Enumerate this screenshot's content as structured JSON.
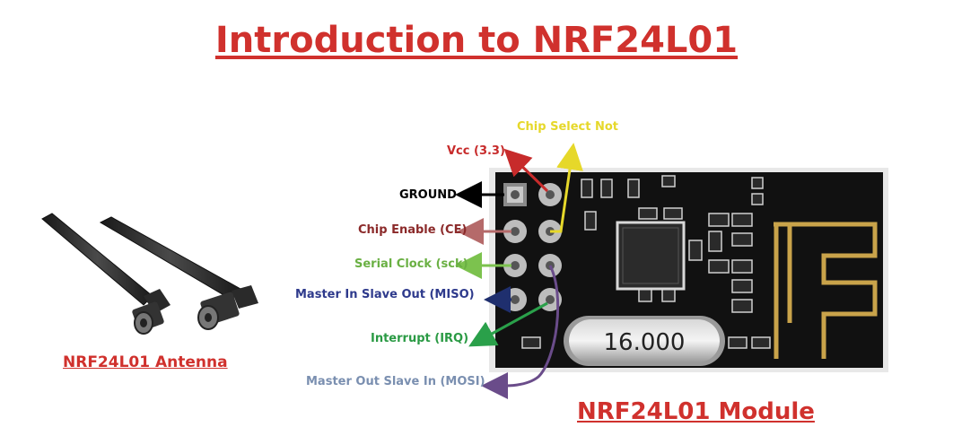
{
  "title": "Introduction to NRF24L01",
  "captions": {
    "antenna": "NRF24L01 Antenna",
    "module": "NRF24L01 Module"
  },
  "crystal_label": "16.000",
  "pins": [
    {
      "label": "Chip Select Not",
      "color": "#e6d82a"
    },
    {
      "label": "Vcc (3.3)",
      "color": "#c72b2b"
    },
    {
      "label": "GROUND",
      "color": "#000000"
    },
    {
      "label": "Chip Enable (CE)",
      "color": "#8b2a2a"
    },
    {
      "label": "Serial Clock (sck)",
      "color": "#6ab043"
    },
    {
      "label": "Master In Slave Out (MISO)",
      "color": "#2e3a8c"
    },
    {
      "label": "Interrupt (IRQ)",
      "color": "#2a9a44"
    },
    {
      "label": "Master Out Slave In (MOSI)",
      "color": "#7a8fb0"
    }
  ],
  "colors": {
    "title": "#d0312d",
    "board": "#111111",
    "antenna_trace": "#c9a34a"
  }
}
